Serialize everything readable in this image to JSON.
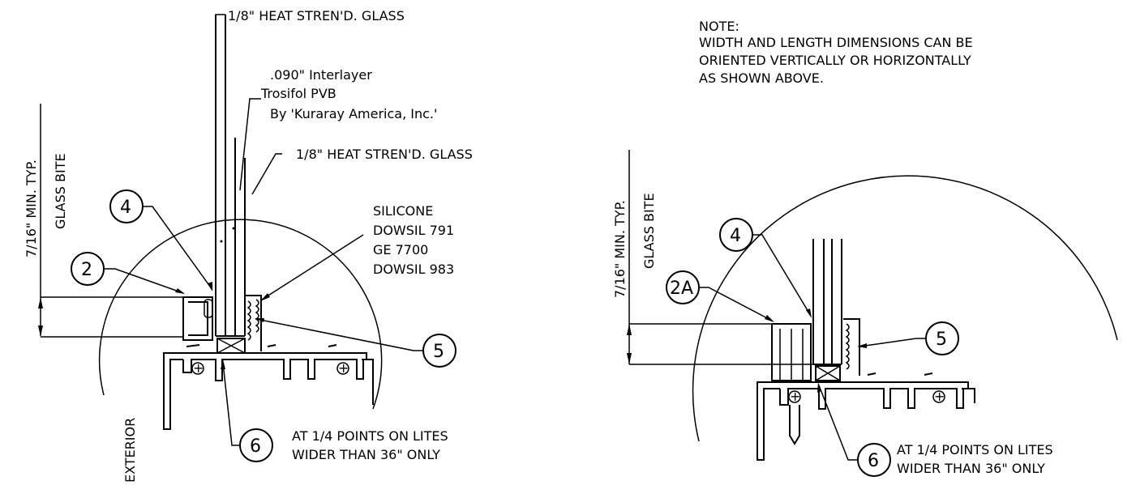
{
  "left_detail": {
    "glass_outer_label": "1/8\" HEAT STREN'D. GLASS",
    "interlayer_line1": ".090\" Interlayer",
    "interlayer_line2": "Trosifol PVB",
    "interlayer_line3": "By 'Kuraray America, Inc.'",
    "glass_inner_label": "1/8\" HEAT STREN'D. GLASS",
    "dim_text": "7/16\" MIN. TYP.",
    "dim_text2": "GLASS BITE",
    "silicone_line1": "SILICONE",
    "silicone_line2": "DOWSIL 791",
    "silicone_line3": "GE 7700",
    "silicone_line4": "DOWSIL 983",
    "bubble_4": "4",
    "bubble_2": "2",
    "bubble_5": "5",
    "bubble_6": "6",
    "setting_block_line1": "AT 1/4 POINTS ON LITES",
    "setting_block_line2": "WIDER THAN 36\" ONLY",
    "exterior_label": "EXTERIOR"
  },
  "note": {
    "title": "NOTE:",
    "line1": "WIDTH AND LENGTH DIMENSIONS CAN BE",
    "line2": "ORIENTED VERTICALLY OR HORIZONTALLY",
    "line3": "AS SHOWN ABOVE."
  },
  "right_detail": {
    "dim_text": "7/16\" MIN. TYP.",
    "dim_text2": "GLASS BITE",
    "bubble_4": "4",
    "bubble_2a": "2A",
    "bubble_5": "5",
    "bubble_6": "6",
    "setting_block_line1": "AT 1/4 POINTS ON LITES",
    "setting_block_line2": "WIDER THAN 36\" ONLY"
  }
}
